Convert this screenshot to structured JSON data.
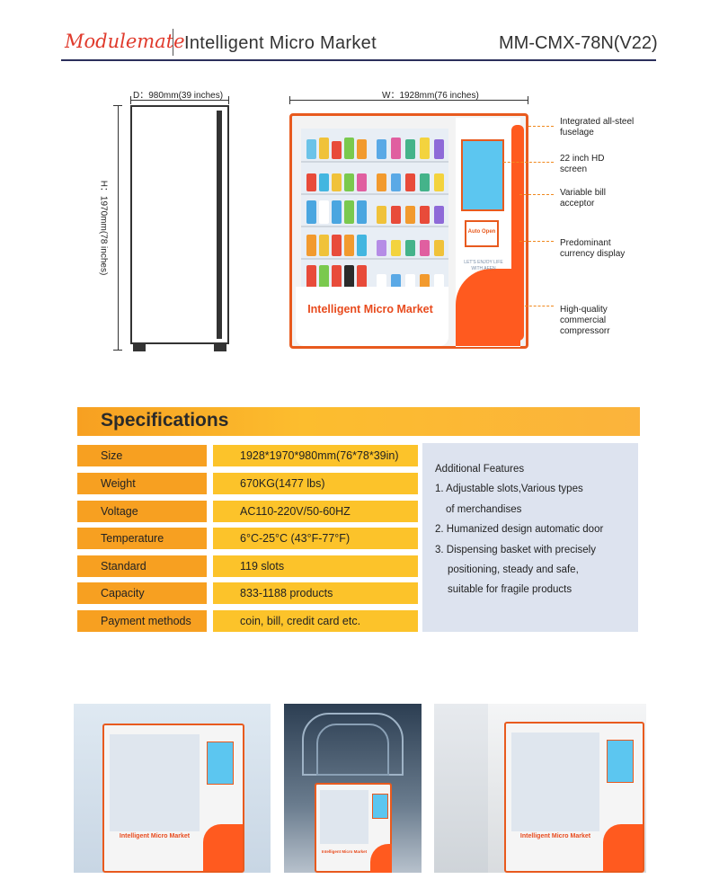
{
  "header": {
    "brand": "Modulemate",
    "title": "Intelligent Micro Market",
    "model": "MM-CMX-78N(V22)"
  },
  "dimensions": {
    "depth": "D：980mm(39 inches)",
    "width": "W：1928mm(76 inches)",
    "height": "H：1970mm(78 inches)"
  },
  "machine": {
    "label": "Intelligent Micro Market",
    "tagline": "LET'S ENJOY LIFE WITH AFEN",
    "small_screen": "Auto Open"
  },
  "callouts": [
    "Integrated all-steel fuselage",
    "22 inch HD screen",
    "Variable bill acceptor",
    "Predominant currency display",
    "High-quality commercial compressorr"
  ],
  "specifications": {
    "title": "Specifications",
    "rows": [
      {
        "label": "Size",
        "value": "1928*1970*980mm(76*78*39in)"
      },
      {
        "label": "Weight",
        "value": "670KG(1477 lbs)"
      },
      {
        "label": "Voltage",
        "value": "AC110-220V/50-60HZ"
      },
      {
        "label": "Temperature",
        "value": "6°C-25°C (43°F-77°F)"
      },
      {
        "label": "Standard",
        "value": "119 slots"
      },
      {
        "label": "Capacity",
        "value": "833-1188 products"
      },
      {
        "label": "Payment methods",
        "value": "coin, bill, credit card etc."
      }
    ]
  },
  "features": {
    "title": "Additional Features",
    "lines": [
      "1. Adjustable slots,Various types",
      "of merchandises",
      "2. Humanized design automatic door",
      "3.  Dispensing basket with precisely",
      "positioning, steady and safe,",
      "suitable for fragile products"
    ]
  },
  "colors": {
    "accent_orange": "#f7a021",
    "value_yellow": "#fcc32a",
    "brand_red": "#e03a2c",
    "machine_orange": "#ff5a1f",
    "features_bg": "#dde3ef"
  }
}
